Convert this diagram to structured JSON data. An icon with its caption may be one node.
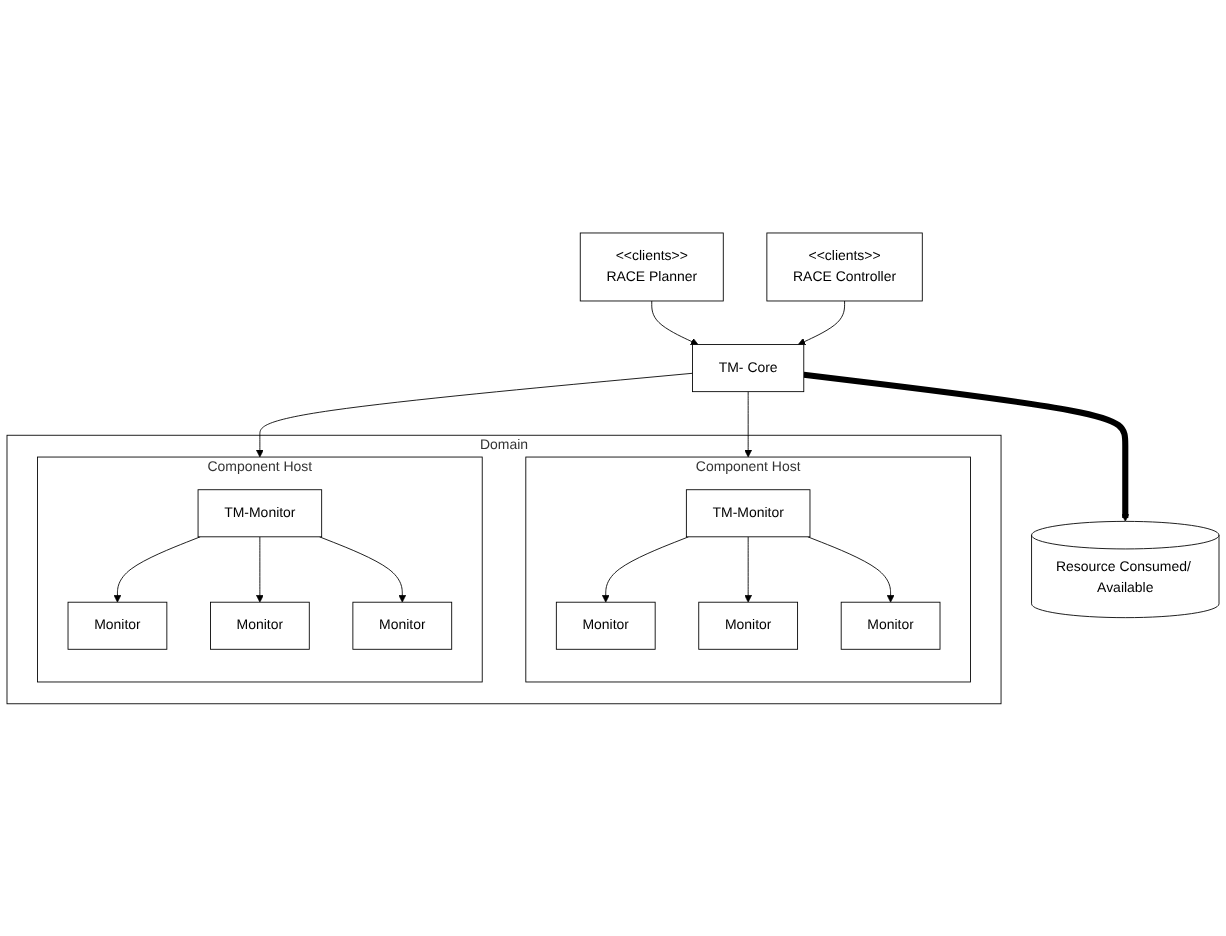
{
  "diagram": {
    "nodes": [
      {
        "text": [
          "<<clients>>",
          "RACE Planner"
        ]
      },
      {
        "text": [
          "<<clients>>",
          "RACE Controller"
        ]
      },
      {
        "text": [
          "TM- Core"
        ]
      },
      {
        "text": [
          "Resource Consumed/ Available"
        ]
      },
      {
        "text": [
          "Domain"
        ]
      },
      {
        "text": [
          "Component Host"
        ],
        "in": 4
      },
      {
        "text": [
          "TM-Monitor"
        ],
        "in": 5
      },
      {
        "text": [
          "Monitor"
        ],
        "in": 5
      },
      {
        "text": [
          "Monitor"
        ],
        "in": 5
      },
      {
        "text": [
          "Monitor"
        ],
        "in": 5
      },
      {
        "text": [
          "Component Host"
        ],
        "in": 4
      },
      {
        "text": [
          "TM-Monitor"
        ],
        "in": 10
      },
      {
        "text": [
          "Monitor"
        ],
        "in": 10
      },
      {
        "text": [
          "Monitor"
        ],
        "in": 10
      },
      {
        "text": [
          "Monitor"
        ],
        "in": 10
      }
    ],
    "edges": [
      {
        "from": 0,
        "to": 2,
        "arrow": "to"
      },
      {
        "from": 1,
        "to": 2,
        "arrow": "to"
      },
      {
        "from": 2,
        "to": 3,
        "arrow": "to",
        "style": "thick"
      },
      {
        "from": 2,
        "to": 5,
        "arrow": "to"
      },
      {
        "from": 2,
        "to": 10,
        "arrow": "to"
      },
      {
        "from": 6,
        "to": 7,
        "arrow": "to"
      },
      {
        "from": 6,
        "to": 8,
        "arrow": "to"
      },
      {
        "from": 6,
        "to": 9,
        "arrow": "to"
      },
      {
        "from": 11,
        "to": 12,
        "arrow": "to"
      },
      {
        "from": 11,
        "to": 13,
        "arrow": "to"
      },
      {
        "from": 11,
        "to": 14,
        "arrow": "to"
      }
    ]
  }
}
